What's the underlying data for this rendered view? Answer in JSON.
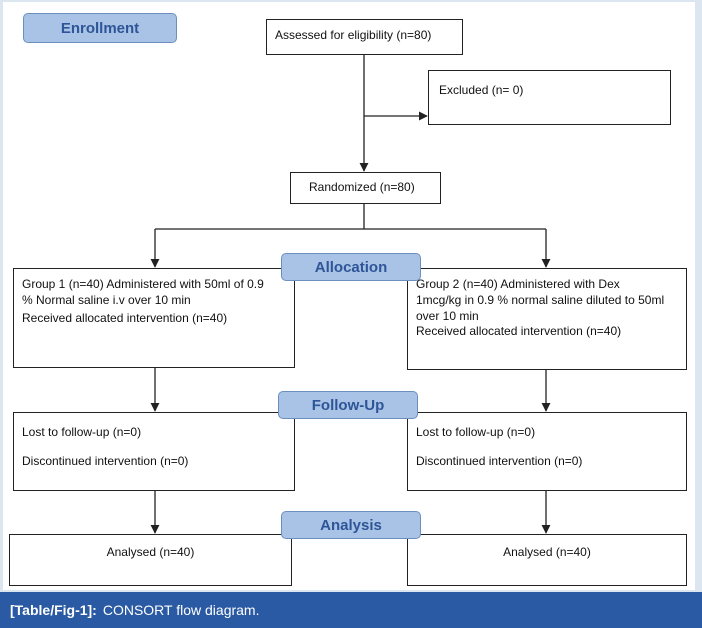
{
  "stages": {
    "enrollment": "Enrollment",
    "allocation": "Allocation",
    "followup": "Follow-Up",
    "analysis": "Analysis"
  },
  "boxes": {
    "assessed": "Assessed for eligibility (n=80)",
    "excluded": "Excluded (n= 0)",
    "randomized": "Randomized (n=80)",
    "group1": {
      "line1": "Group 1 (n=40) Administered with 50ml of 0.9",
      "line2": "% Normal saline i.v over 10 min",
      "line3": "Received allocated intervention (n=40)"
    },
    "group2": {
      "line1": "Group 2 (n=40) Administered with Dex",
      "line2": "1mcg/kg in 0.9 % normal saline diluted to 50ml",
      "line3": "over 10 min",
      "line4": "Received allocated intervention (n=40)"
    },
    "followup1": {
      "lost": "Lost to follow-up (n=0)",
      "discontinued": "Discontinued intervention (n=0)"
    },
    "followup2": {
      "lost": "Lost to follow-up (n=0)",
      "discontinued": "Discontinued intervention (n=0)"
    },
    "analysed1": "Analysed (n=40)",
    "analysed2": "Analysed (n=40)"
  },
  "caption": {
    "label": "[Table/Fig-1]:",
    "text": "CONSORT flow diagram."
  }
}
